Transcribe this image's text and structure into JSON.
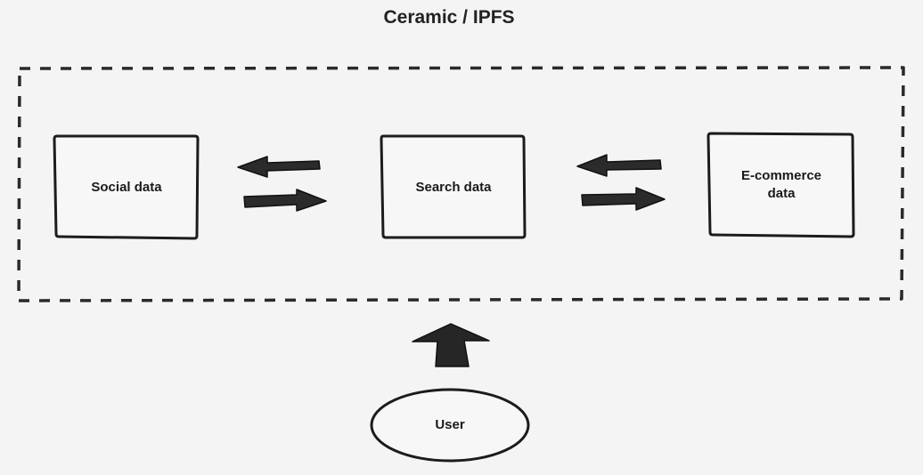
{
  "diagram": {
    "title": "Ceramic / IPFS",
    "nodes": {
      "social": "Social data",
      "search": "Search data",
      "ecommerce": "E-commerce\ndata",
      "user": "User"
    }
  }
}
